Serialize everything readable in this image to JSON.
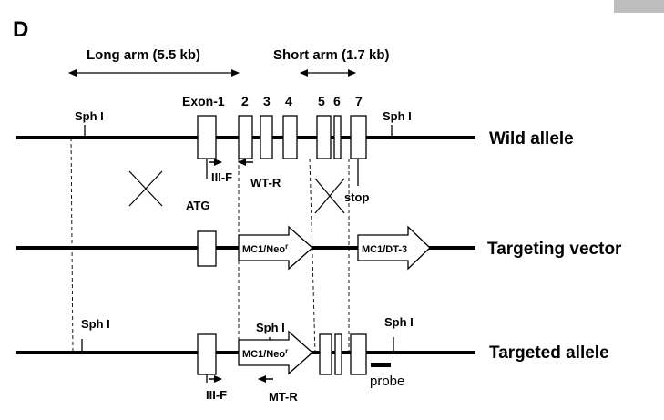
{
  "panel_label": "D",
  "arms": {
    "long_arm": "Long arm (5.5 kb)",
    "short_arm": "Short arm (1.7 kb)"
  },
  "exon_labels": {
    "exon1": "Exon-1",
    "e2": "2",
    "e3": "3",
    "e4": "4",
    "e5": "5",
    "e6": "6",
    "e7": "7"
  },
  "sites": {
    "sph_wild_left": "Sph I",
    "sph_wild_right": "Sph I",
    "sph_targeted_left": "Sph I",
    "sph_targeted_mid": "Sph I",
    "sph_targeted_right": "Sph I"
  },
  "primers": {
    "iii_f_wild": "III-F",
    "wt_r": "WT-R",
    "iii_f_targeted": "III-F",
    "mt_r": "MT-R"
  },
  "markers": {
    "atg": "ATG",
    "stop": "stop",
    "probe": "probe"
  },
  "cassettes": {
    "neo_vector": "MC1/Neo",
    "neo_vector_sup": "r",
    "dt3": "MC1/DT-3",
    "neo_targeted": "MC1/Neo",
    "neo_targeted_sup": "r"
  },
  "rows": {
    "wild": "Wild allele",
    "vector": "Targeting vector",
    "targeted": "Targeted allele"
  }
}
